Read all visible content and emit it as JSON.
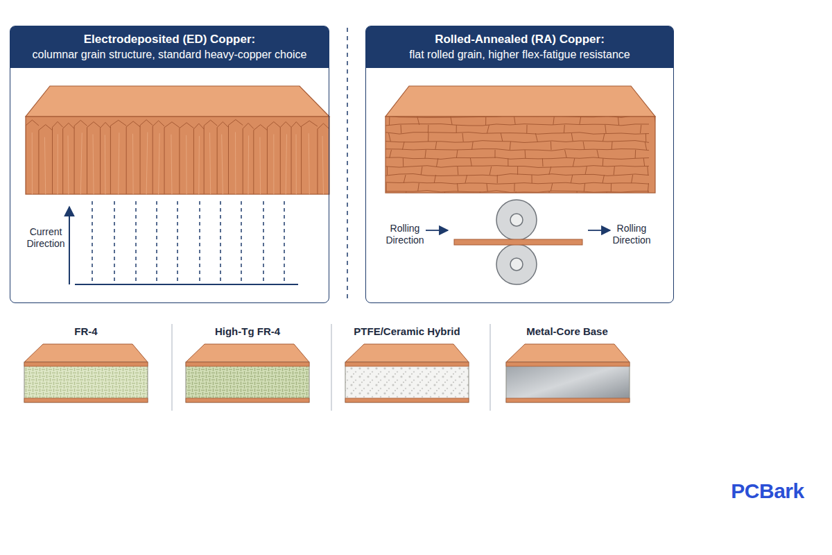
{
  "diagram": {
    "nodes": [
      {
        "text": [
          "Electrodeposited (ED) Copper:",
          "columnar grain structure, standard heavy-copper choice"
        ]
      },
      {
        "text": [
          "Rolled-Annealed (RA) Copper:",
          "flat rolled grain, higher flex-fatigue resistance"
        ]
      }
    ],
    "labels": [
      "Current Direction",
      "Rolling Direction",
      "Rolling Direction",
      "FR-4",
      "High-Tg FR-4",
      "PTFE/Ceramic Hybrid",
      "Metal-Core Base",
      "PCBark"
    ]
  }
}
